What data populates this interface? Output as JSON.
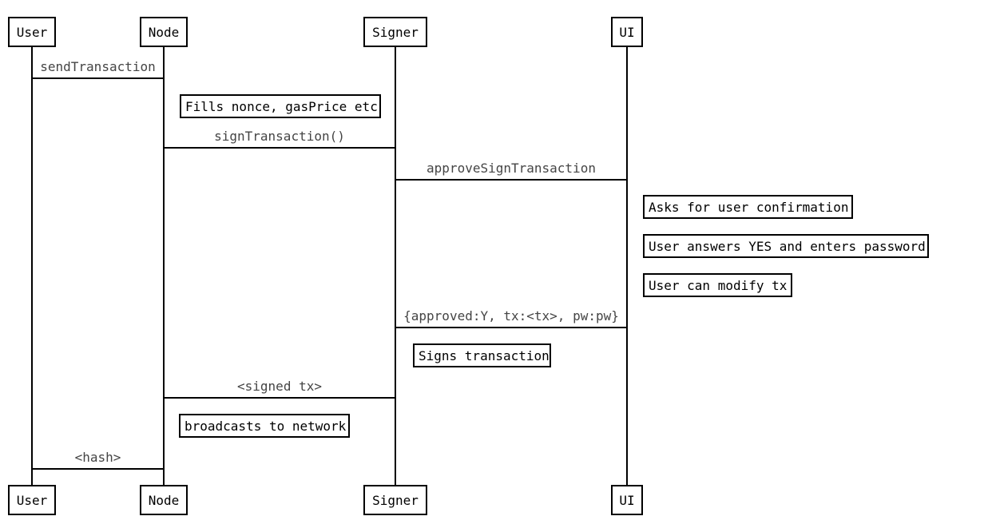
{
  "diagram": {
    "type": "sequence-diagram",
    "colors": {
      "background": "#ffffff",
      "line": "#000000",
      "text": "#000000",
      "message_label_text": "#454545"
    }
  },
  "actors": [
    {
      "id": "user",
      "label": "User"
    },
    {
      "id": "node",
      "label": "Node"
    },
    {
      "id": "signer",
      "label": "Signer"
    },
    {
      "id": "ui",
      "label": "UI"
    }
  ],
  "messages": [
    {
      "from": "User",
      "to": "Node",
      "label": "sendTransaction"
    },
    {
      "from": "Node",
      "to": "Signer",
      "label": "signTransaction()"
    },
    {
      "from": "Signer",
      "to": "UI",
      "label": "approveSignTransaction"
    },
    {
      "from": "UI",
      "to": "Signer",
      "label": "{approved:Y, tx:<tx>, pw:pw}"
    },
    {
      "from": "Signer",
      "to": "Node",
      "label": "<signed tx>"
    },
    {
      "from": "Node",
      "to": "User",
      "label": "<hash>"
    }
  ],
  "notes": [
    {
      "actor": "Node",
      "text": "Fills nonce, gasPrice etc"
    },
    {
      "actor": "UI",
      "text": "Asks for user confirmation"
    },
    {
      "actor": "UI",
      "text": "User answers YES and enters password"
    },
    {
      "actor": "UI",
      "text": "User can modify tx"
    },
    {
      "actor": "Signer",
      "text": "Signs transaction"
    },
    {
      "actor": "Node",
      "text": "broadcasts to network"
    }
  ]
}
